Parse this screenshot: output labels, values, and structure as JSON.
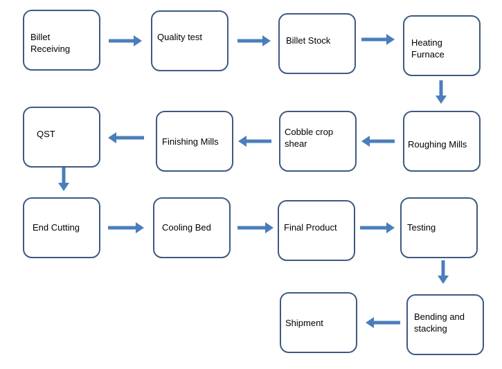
{
  "steps": [
    {
      "id": "billet-receiving",
      "lines": [
        "Billet",
        "Receiving"
      ]
    },
    {
      "id": "quality-test",
      "lines": [
        "Quality test"
      ]
    },
    {
      "id": "billet-stock",
      "lines": [
        "Billet Stock"
      ]
    },
    {
      "id": "heating-furnace",
      "lines": [
        "Heating",
        "Furnace"
      ]
    },
    {
      "id": "roughing-mills",
      "lines": [
        "Roughing Mills"
      ]
    },
    {
      "id": "cobble-crop-shear",
      "lines": [
        "Cobble crop",
        "shear"
      ]
    },
    {
      "id": "finishing-mills",
      "lines": [
        "Finishing Mills"
      ]
    },
    {
      "id": "qst",
      "lines": [
        "QST"
      ]
    },
    {
      "id": "end-cutting",
      "lines": [
        "End Cutting"
      ]
    },
    {
      "id": "cooling-bed",
      "lines": [
        "Cooling Bed"
      ]
    },
    {
      "id": "final-product",
      "lines": [
        "Final Product"
      ]
    },
    {
      "id": "testing",
      "lines": [
        "Testing"
      ]
    },
    {
      "id": "bending-and-stacking",
      "lines": [
        "Bending and",
        "stacking"
      ]
    },
    {
      "id": "shipment",
      "lines": [
        "Shipment"
      ]
    }
  ],
  "flow": [
    [
      "billet-receiving",
      "quality-test"
    ],
    [
      "quality-test",
      "billet-stock"
    ],
    [
      "billet-stock",
      "heating-furnace"
    ],
    [
      "heating-furnace",
      "roughing-mills"
    ],
    [
      "roughing-mills",
      "cobble-crop-shear"
    ],
    [
      "cobble-crop-shear",
      "finishing-mills"
    ],
    [
      "finishing-mills",
      "qst"
    ],
    [
      "qst",
      "end-cutting"
    ],
    [
      "end-cutting",
      "cooling-bed"
    ],
    [
      "cooling-bed",
      "final-product"
    ],
    [
      "final-product",
      "testing"
    ],
    [
      "testing",
      "bending-and-stacking"
    ],
    [
      "bending-and-stacking",
      "shipment"
    ]
  ],
  "colors": {
    "arrow": "#4a7ebb",
    "box_border": "#3d5a80",
    "text": "#000000"
  }
}
